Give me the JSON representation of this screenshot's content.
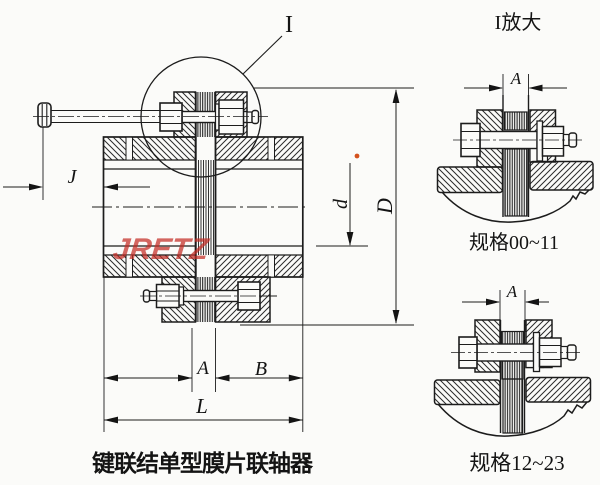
{
  "drawing": {
    "detail_ref_label": "I",
    "main_caption": "键联结单型膜片联轴器",
    "watermark_text": "JRETZ",
    "dim_J": "J",
    "dim_d": "d",
    "dim_D": "D",
    "dim_A": "A",
    "dim_B": "B",
    "dim_L": "L"
  },
  "detail_panel": {
    "title": "I放大",
    "view1": {
      "dim_A": "A",
      "caption": "规格00~11"
    },
    "view2": {
      "dim_A": "A",
      "caption": "规格12~23"
    }
  },
  "colors": {
    "line": "#1c1c1c",
    "paper": "#fbfbf9",
    "watermark": "#c42c24",
    "marker_dot": "#d4521e"
  }
}
